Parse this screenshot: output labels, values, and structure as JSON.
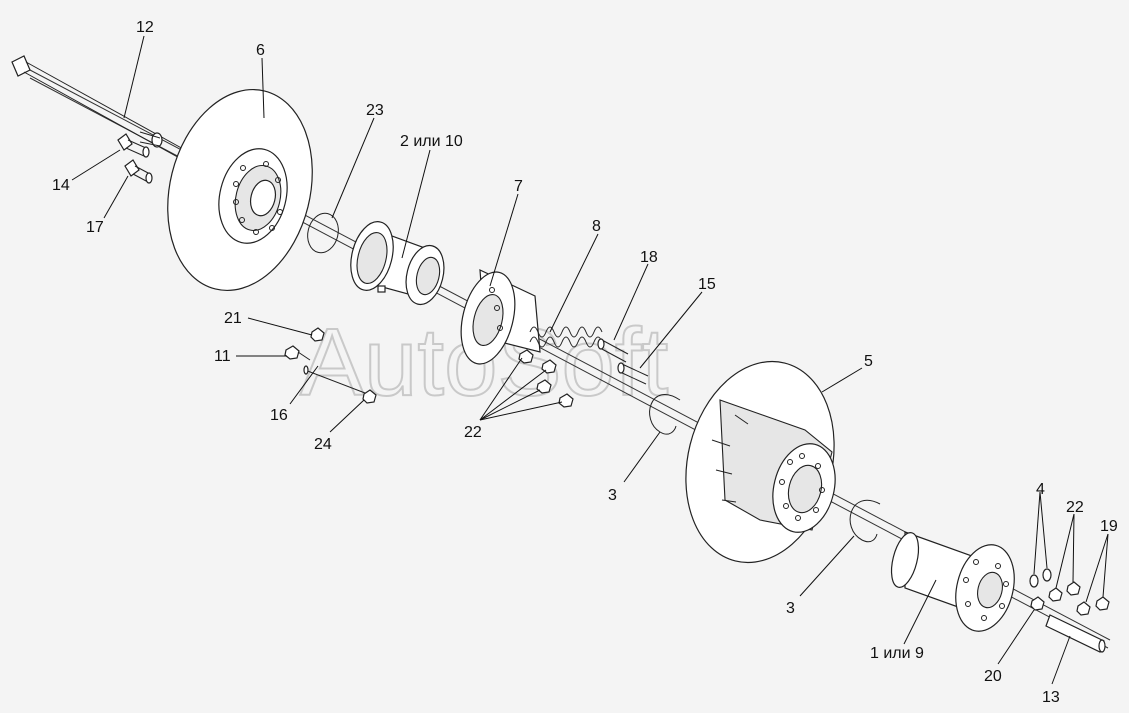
{
  "watermark": "AutoSoft",
  "labels": [
    {
      "id": "12",
      "text": "12"
    },
    {
      "id": "6",
      "text": "6"
    },
    {
      "id": "23",
      "text": "23"
    },
    {
      "id": "2or10",
      "text": "2 или 10"
    },
    {
      "id": "7",
      "text": "7"
    },
    {
      "id": "8",
      "text": "8"
    },
    {
      "id": "18",
      "text": "18"
    },
    {
      "id": "15",
      "text": "15"
    },
    {
      "id": "5",
      "text": "5"
    },
    {
      "id": "14",
      "text": "14"
    },
    {
      "id": "17",
      "text": "17"
    },
    {
      "id": "21",
      "text": "21"
    },
    {
      "id": "11",
      "text": "11"
    },
    {
      "id": "16",
      "text": "16"
    },
    {
      "id": "24",
      "text": "24"
    },
    {
      "id": "22a",
      "text": "22"
    },
    {
      "id": "3a",
      "text": "3"
    },
    {
      "id": "3b",
      "text": "3"
    },
    {
      "id": "4",
      "text": "4"
    },
    {
      "id": "22b",
      "text": "22"
    },
    {
      "id": "19",
      "text": "19"
    },
    {
      "id": "1or9",
      "text": "1 или 9"
    },
    {
      "id": "20",
      "text": "20"
    },
    {
      "id": "13",
      "text": "13"
    }
  ]
}
